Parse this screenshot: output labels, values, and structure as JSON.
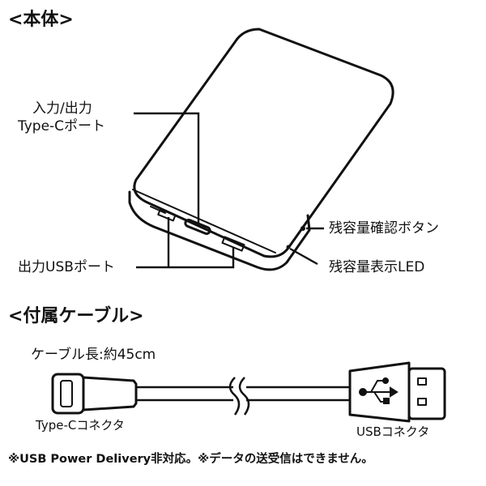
{
  "sections": {
    "body_heading": "<本体>",
    "accessory_heading": "<付属ケーブル>"
  },
  "body_labels": {
    "type_c_line1": "入力/出力",
    "type_c_line2": "Type-Cポート",
    "usb_port": "出力USBポート",
    "check_button": "残容量確認ボタン",
    "led": "残容量表示LED"
  },
  "cable": {
    "length": "ケーブル長:約45cm",
    "type_c_connector": "Type-Cコネクタ",
    "usb_connector": "USBコネクタ"
  },
  "note": "※USB Power Delivery非対応。※データの送受信はできません。"
}
